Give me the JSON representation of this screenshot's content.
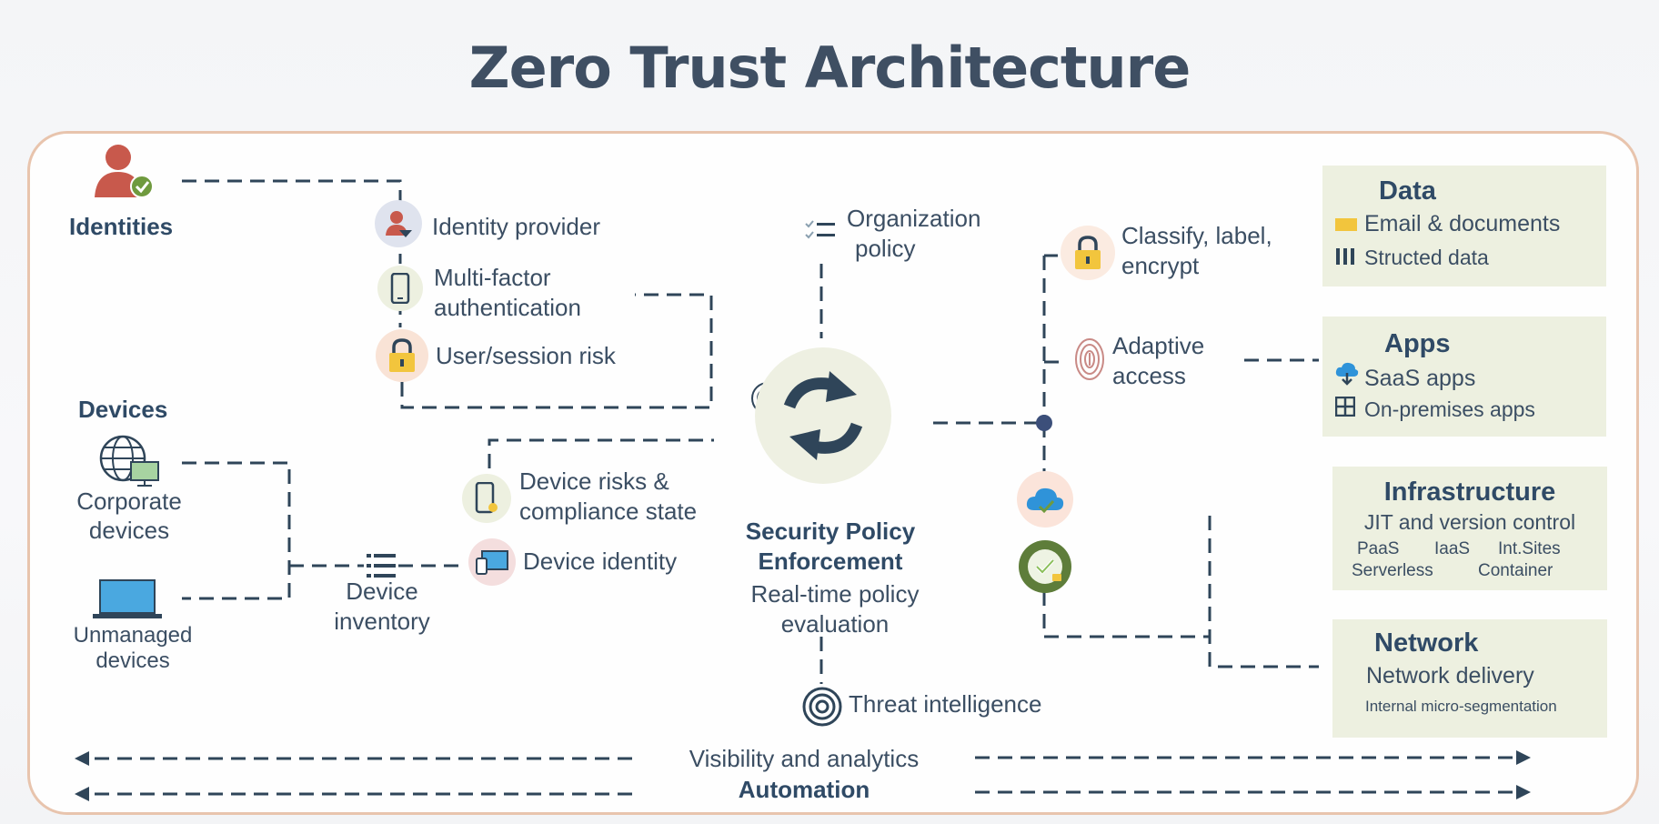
{
  "title": "Zero Trust Architecture",
  "identities": {
    "label": "Identities"
  },
  "identity_steps": {
    "provider": "Identity provider",
    "mfa_line1": "Multi-factor",
    "mfa_line2": "authentication",
    "risk": "User/session risk"
  },
  "devices": {
    "header": "Devices",
    "corporate_line1": "Corporate",
    "corporate_line2": "devices",
    "unmanaged_line1": "Unmanaged",
    "unmanaged_line2": "devices",
    "inventory_line1": "Device",
    "inventory_line2": "inventory",
    "risks_line1": "Device risks &",
    "risks_line2": "compliance state",
    "identity": "Device identity"
  },
  "org_policy": {
    "line1": "Organization",
    "line2": "policy"
  },
  "center": {
    "title_line1": "Security Policy",
    "title_line2": "Enforcement",
    "sub_line1": "Real-time policy",
    "sub_line2": "evaluation"
  },
  "threat": "Threat intelligence",
  "right_steps": {
    "classify_line1": "Classify, label,",
    "classify_line2": "encrypt",
    "adaptive_line1": "Adaptive",
    "adaptive_line2": "access"
  },
  "panels": {
    "data": {
      "title": "Data",
      "item1": "Email & documents",
      "item2": "Structed data"
    },
    "apps": {
      "title": "Apps",
      "item1": "SaaS apps",
      "item2": "On-premises apps"
    },
    "infra": {
      "title": "Infrastructure",
      "line1": "JIT and version control",
      "paas": "PaaS",
      "iaas": "IaaS",
      "intsites": "Int.Sites",
      "serverless": "Serverless",
      "container": "Container"
    },
    "network": {
      "title": "Network",
      "line1": "Network delivery",
      "line2": "Internal micro-segmentation"
    }
  },
  "bottom": {
    "visibility": "Visibility and analytics",
    "automation": "Automation"
  },
  "colors": {
    "text": "#3b4e63",
    "header": "#2f4a66",
    "frame": "#e8c4ad",
    "panel": "#edf0e0",
    "lock": "#f2c53d",
    "person": "#c8594c",
    "cloud": "#2f93d9",
    "laptop": "#4aa8e0"
  }
}
